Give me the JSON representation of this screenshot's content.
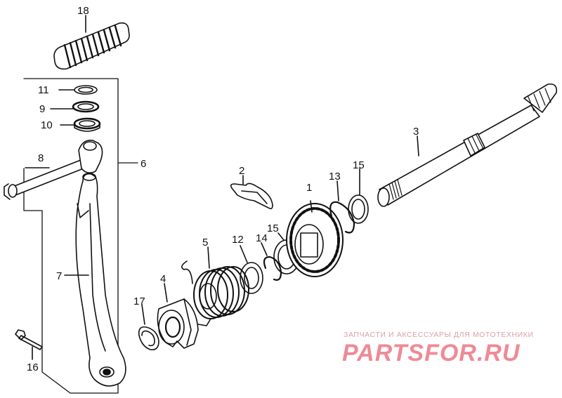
{
  "labels": {
    "p1": "1",
    "p2": "2",
    "p3": "3",
    "p4": "4",
    "p5": "5",
    "p6": "6",
    "p7": "7",
    "p8": "8",
    "p9": "9",
    "p10": "10",
    "p11": "11",
    "p12": "12",
    "p13": "13",
    "p14": "14",
    "p15a": "15",
    "p15b": "15",
    "p16": "16",
    "p17": "17",
    "p18": "18"
  },
  "watermark": {
    "tagline": "ЗАПЧАСТИ И АКСЕССУАРЫ ДЛЯ МОТОТЕХНИКИ",
    "logo": "PARTSFOR.RU"
  },
  "colors": {
    "line": "#111111",
    "watermark": "#ef8a96"
  }
}
